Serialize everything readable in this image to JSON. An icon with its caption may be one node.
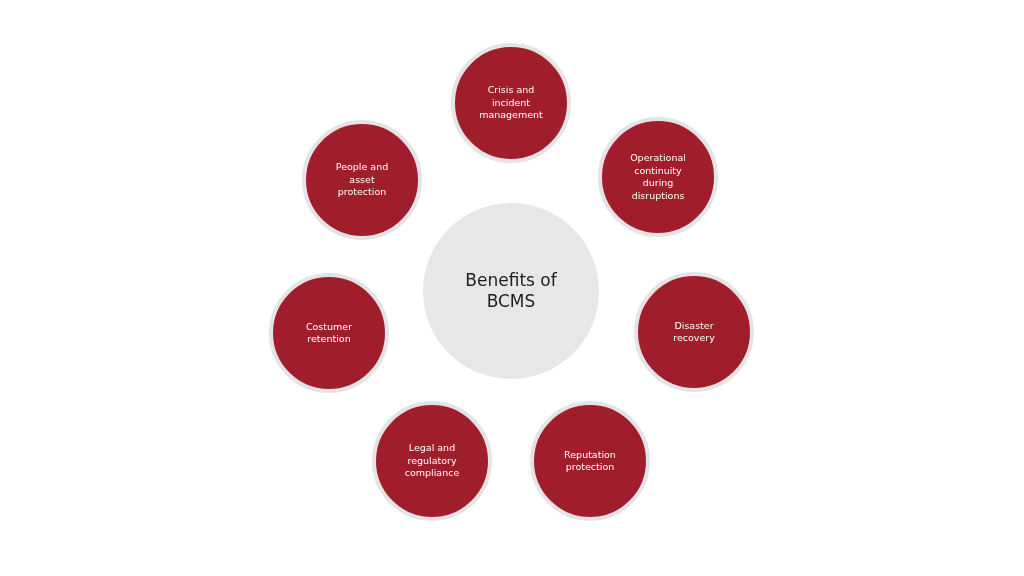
{
  "diagram": {
    "nodes": [
      {
        "text": [
          "Benefits of BCMS"
        ]
      },
      {
        "text": [
          "Crisis and incident management"
        ]
      },
      {
        "text": [
          "Operational continuity during disruptions"
        ]
      },
      {
        "text": [
          "Disaster recovery"
        ]
      },
      {
        "text": [
          "Reputation protection"
        ]
      },
      {
        "text": [
          "Legal and regulatory compliance"
        ]
      },
      {
        "text": [
          "Costumer retention"
        ]
      },
      {
        "text": [
          "People and asset protection"
        ]
      }
    ]
  }
}
